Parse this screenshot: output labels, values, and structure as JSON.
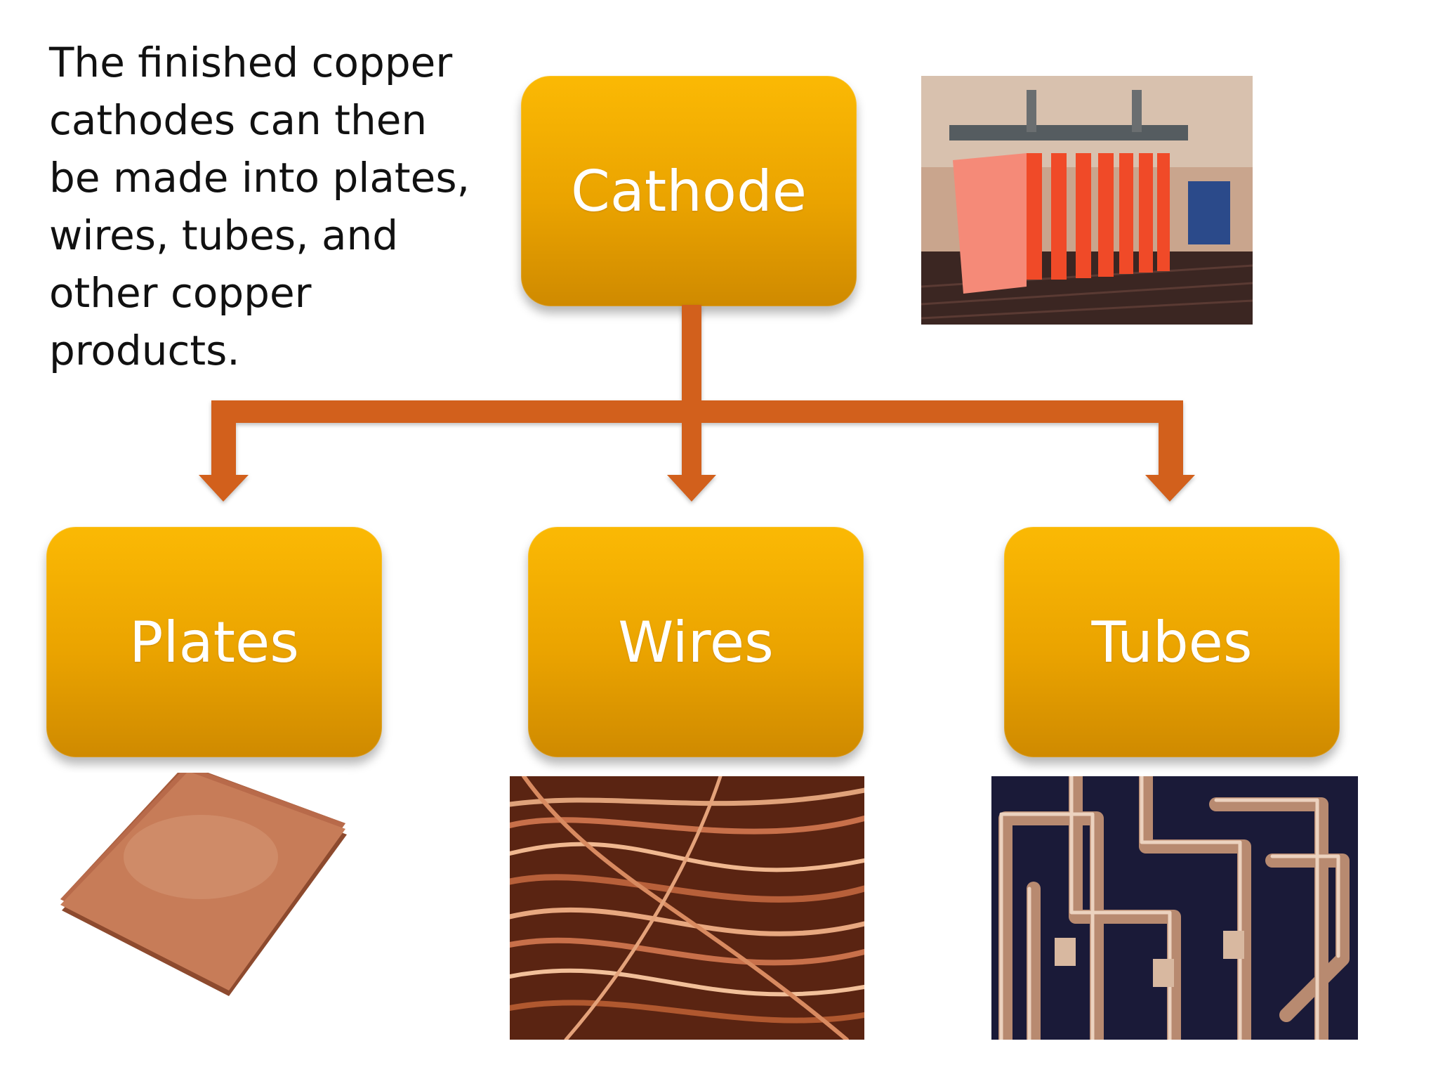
{
  "intro_text": "The finished copper cathodes can then be made into plates, wires, tubes, and other copper products.",
  "nodes": {
    "cathode": "Cathode",
    "plates": "Plates",
    "wires": "Wires",
    "tubes": "Tubes"
  },
  "colors": {
    "box_top": "#fbb904",
    "box_bottom": "#cf8a00",
    "connector": "#d2601c",
    "copper": "#c8704a"
  },
  "images": {
    "cathode": "copper-cathode-plates-photo",
    "plates": "copper-sheets-photo",
    "wires": "copper-wire-bundle-photo",
    "tubes": "copper-pipes-photo"
  }
}
